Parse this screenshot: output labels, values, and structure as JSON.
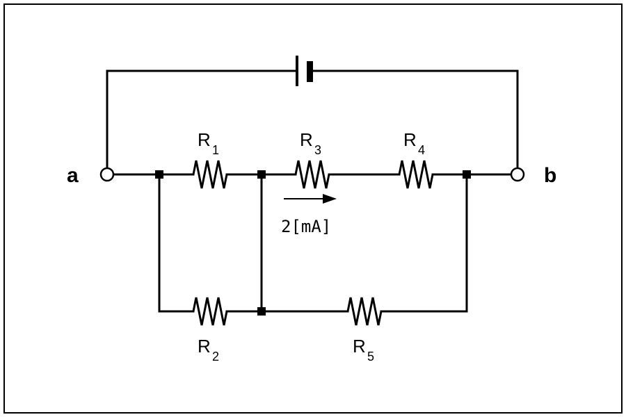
{
  "terminals": {
    "a": "a",
    "b": "b"
  },
  "resistors": {
    "r1": {
      "letter": "R",
      "sub": "1"
    },
    "r2": {
      "letter": "R",
      "sub": "2"
    },
    "r3": {
      "letter": "R",
      "sub": "3"
    },
    "r4": {
      "letter": "R",
      "sub": "4"
    },
    "r5": {
      "letter": "R",
      "sub": "5"
    }
  },
  "current": {
    "label": "2[mA]"
  }
}
